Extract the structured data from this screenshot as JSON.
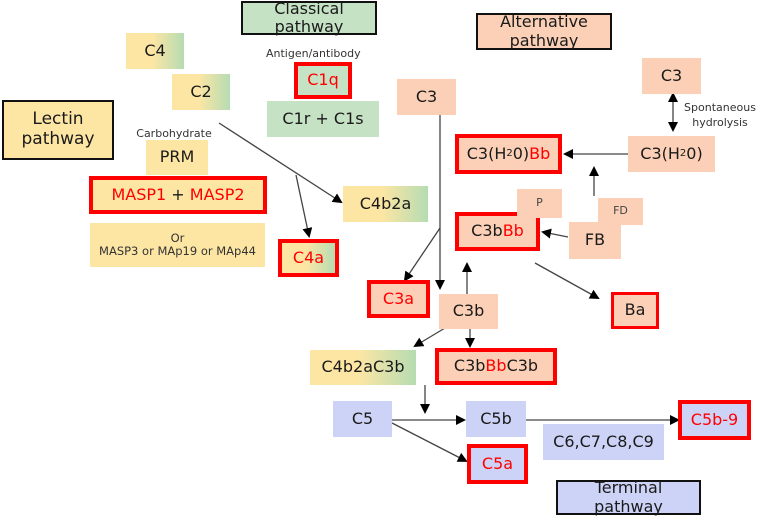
{
  "pathways": {
    "classical": "Classical pathway",
    "alternative": "Alternative pathway",
    "lectin": "Lectin\npathway",
    "terminal": "Terminal pathway"
  },
  "labels": {
    "antigen_antibody": "Antigen/antibody",
    "carbohydrate": "Carbohydrate",
    "spontaneous_hydrolysis": "Spontaneous\nhydrolysis"
  },
  "nodes": {
    "c4": "C4",
    "c2": "C2",
    "prm": "PRM",
    "masp1": "MASP1",
    "plus": " + ",
    "masp2": "MASP2",
    "masp_alt": "Or\nMASP3 or MAp19 or MAp44",
    "c4a": "C4a",
    "c1q": "C1q",
    "c1r_c1s": "C1r + C1s",
    "c4b2a": "C4b2a",
    "c3_classical": "C3",
    "c3_alt": "C3",
    "c3h2o_prefix": "C3(H",
    "c3h2o_sub": "2",
    "c3h2o_suffix": "0)",
    "bb": "Bb",
    "c3b_part": "C3b",
    "p": "P",
    "fd": "FD",
    "fb": "FB",
    "ba": "Ba",
    "c3a": "C3a",
    "c3b": "C3b",
    "c4b2ac3b": "C4b2aC3b",
    "c5": "C5",
    "c5b": "C5b",
    "c5a": "C5a",
    "c5b9": "C5b-9",
    "c6_c9": "C6,C7,C8,C9"
  },
  "colors": {
    "lectin": "#fde6a4",
    "classical": "#c6e2c5",
    "alternative": "#fbd0b6",
    "terminal": "#cdd3f6",
    "highlight_border": "#ff0000"
  }
}
